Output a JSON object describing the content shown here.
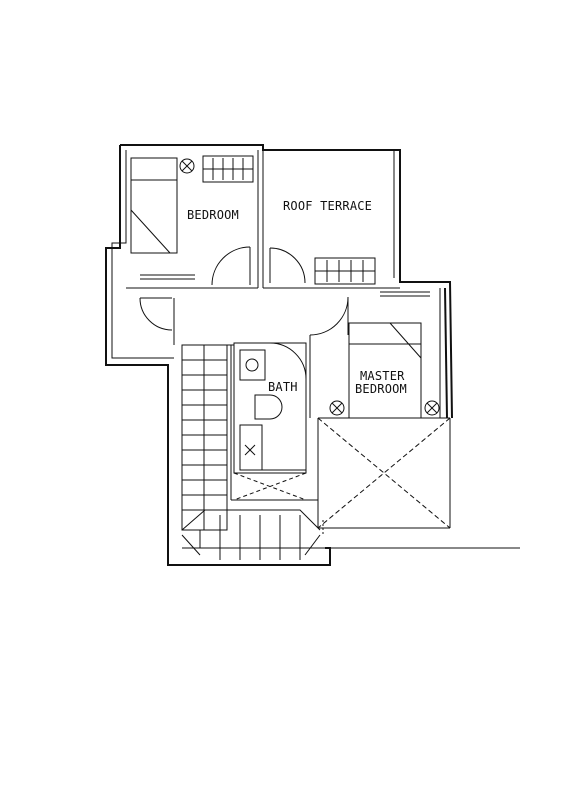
{
  "rooms": {
    "bedroom": "BEDROOM",
    "roof_terrace": "ROOF TERRACE",
    "bath": "BATH",
    "master_bedroom_line1": "MASTER",
    "master_bedroom_line2": "BEDROOM"
  },
  "colors": {
    "ink": "#111111",
    "paper": "#ffffff"
  }
}
